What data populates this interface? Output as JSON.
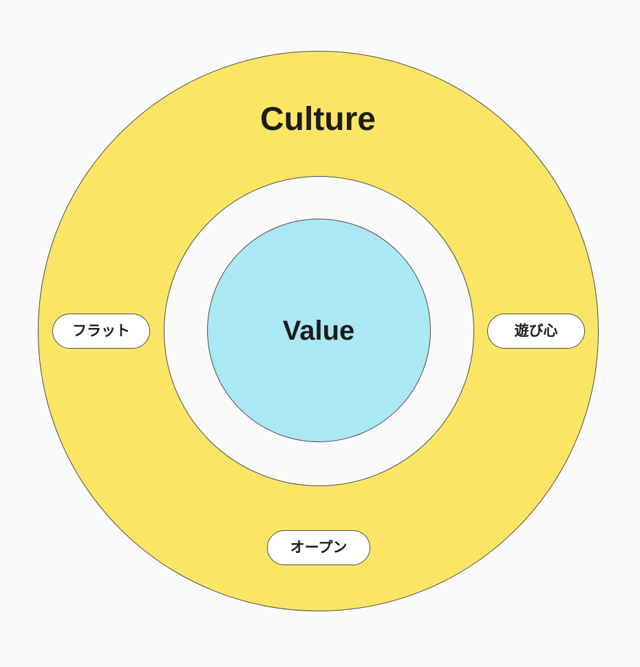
{
  "diagram": {
    "outer_ring": {
      "label": "Culture",
      "color": "#fbe564"
    },
    "middle_ring": {
      "color": "#fafafa"
    },
    "inner_circle": {
      "label": "Value",
      "color": "#aae8f4"
    },
    "tags": {
      "left": "フラット",
      "right": "遊び心",
      "bottom": "オープン"
    }
  }
}
